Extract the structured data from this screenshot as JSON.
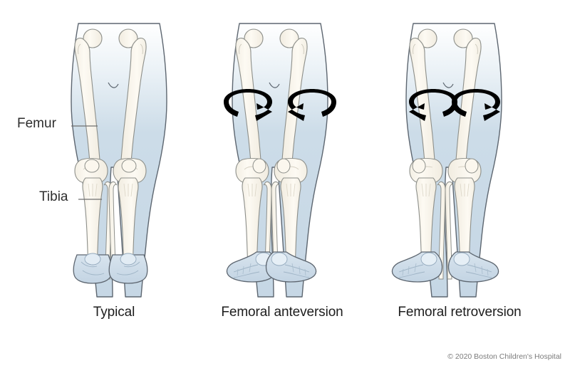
{
  "figure": {
    "title_text": "",
    "background_color": "#ffffff",
    "copyright": "© 2020 Boston Children's Hospital"
  },
  "annotations": [
    {
      "name": "femur",
      "label": "Femur"
    },
    {
      "name": "tibia",
      "label": "Tibia"
    }
  ],
  "labels": {
    "femur": "Femur",
    "tibia": "Tibia"
  },
  "panels": [
    {
      "id": "typical",
      "caption": "Typical",
      "rotation_arrows": false,
      "patella_rotation": "neutral",
      "foot_direction": "forward",
      "description_of_alignment": "neutral femoral version"
    },
    {
      "id": "anteversion",
      "caption": "Femoral anteversion",
      "rotation_arrows": true,
      "arrow_direction": "inward",
      "patella_rotation": "inward",
      "foot_direction": "inward",
      "description_of_alignment": "femurs rotated inward"
    },
    {
      "id": "retroversion",
      "caption": "Femoral retroversion",
      "rotation_arrows": true,
      "arrow_direction": "outward",
      "patella_rotation": "outward",
      "foot_direction": "outward",
      "description_of_alignment": "femurs rotated outward"
    }
  ],
  "colors": {
    "background": "#ffffff",
    "limb_fill_top": "#ffffff",
    "limb_fill": "#ccdce8",
    "limb_outline": "#5d6670",
    "bone_fill": "#fbf7ee",
    "bone_outline": "#8d8f8a",
    "foot_fill": "#cfdde9",
    "foot_outline": "#5d6670",
    "arrow": "#000000",
    "label_text": "#2e2e2e",
    "caption_text": "#1d1d1d",
    "leader_line": "#6f6f6f",
    "copyright_text": "#7b7b7b"
  }
}
